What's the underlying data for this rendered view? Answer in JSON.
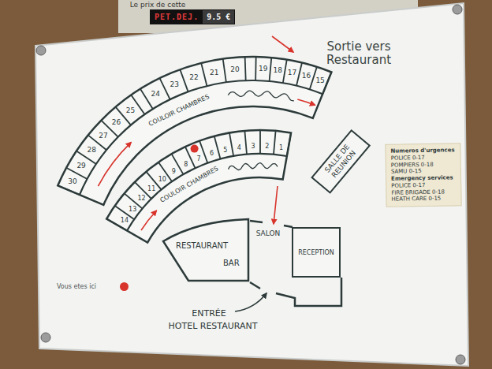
{
  "diagram": {
    "nodes": [
      {
        "text": [
          "PET.DEJ.",
          "9.5 €"
        ]
      },
      {
        "text": [
          "SALLE DE REUNION"
        ]
      },
      {
        "text": [
          "RESTAURANT",
          "BAR"
        ]
      },
      {
        "text": [
          "RECEPTION"
        ]
      },
      {
        "text": [
          "Numeros d'urgences",
          "POLICE 0-17",
          "POMPIERS 0-18",
          "SAMU 0-15",
          "Emergency services",
          "POLICE 0-17",
          "FIRE BRIGADE 0-18",
          "HEATH CARE 0-15"
        ]
      }
    ],
    "labels": [
      "Le prix de cette",
      "Sortie vers Restaurant",
      "COULOIR CHAMBRES",
      "COULOIR CHAMBRES",
      "SALON",
      "ENTRÉE",
      "HOTEL RESTAURANT",
      "30",
      "29",
      "28",
      "27",
      "26",
      "25",
      "24",
      "23",
      "22",
      "21",
      "20",
      "19",
      "18",
      "17",
      "16",
      "15",
      "14",
      "13",
      "12",
      "11",
      "10",
      "9",
      "8",
      "7",
      "6",
      "5",
      "4",
      "3",
      "2",
      "1"
    ],
    "legend": [
      {
        "text": "Vous etes ici",
        "color": "#d8342c"
      }
    ]
  }
}
